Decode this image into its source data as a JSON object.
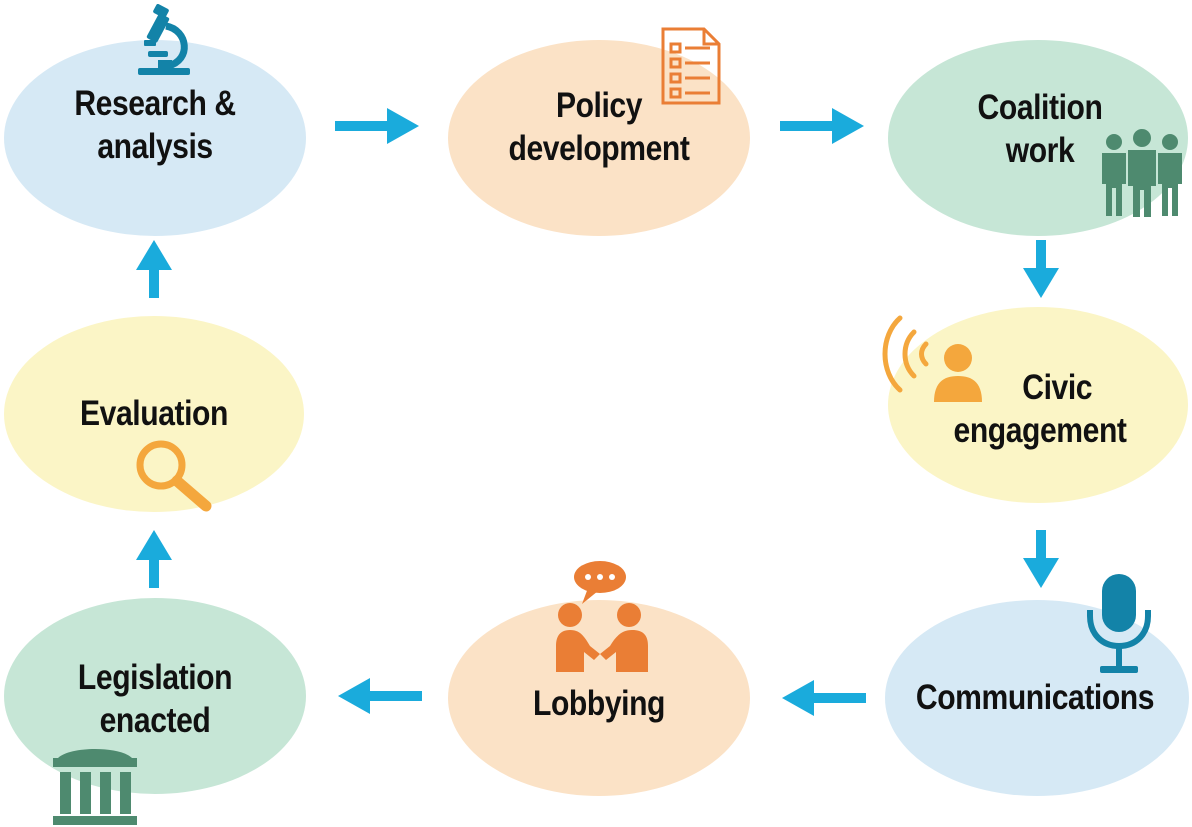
{
  "nodes": [
    {
      "id": "research",
      "line1": "Research &",
      "line2": "analysis",
      "icon": "microscope-icon"
    },
    {
      "id": "policy",
      "line1": "Policy",
      "line2": "development",
      "icon": "checklist-document-icon"
    },
    {
      "id": "coalition",
      "line1": "Coalition",
      "line2": "work",
      "icon": "group-of-people-icon"
    },
    {
      "id": "civic",
      "line1": "Civic",
      "line2": "engagement",
      "icon": "person-broadcasting-icon"
    },
    {
      "id": "communications",
      "line1": "Communications",
      "line2": "",
      "icon": "microphone-icon"
    },
    {
      "id": "lobbying",
      "line1": "Lobbying",
      "line2": "",
      "icon": "people-talking-handshake-icon"
    },
    {
      "id": "legislation",
      "line1": "Legislation",
      "line2": "enacted",
      "icon": "government-building-icon"
    },
    {
      "id": "evaluation",
      "line1": "Evaluation",
      "line2": "",
      "icon": "magnifying-glass-icon"
    }
  ],
  "colors": {
    "arrow": "#1aabdc",
    "blue_fill": "#d6e9f5",
    "peach_fill": "#fbe2c6",
    "green_fill": "#c6e6d6",
    "yellow_fill": "#fbf5c6",
    "icon_teal": "#1383a8",
    "icon_orange": "#ea7e35",
    "icon_green": "#4e8a6f",
    "icon_amber": "#f4a73d",
    "text": "#111111"
  }
}
